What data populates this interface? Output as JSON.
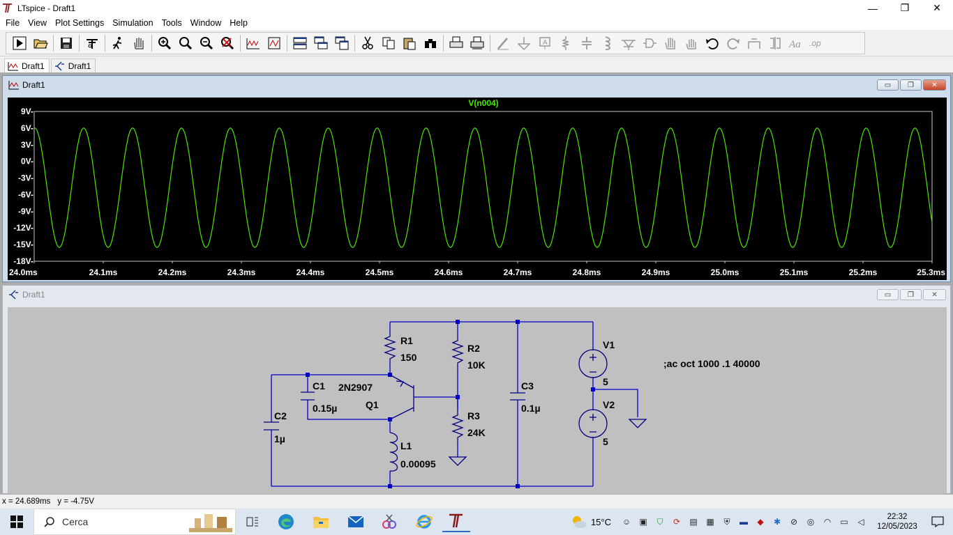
{
  "window": {
    "title": "LTspice - Draft1",
    "minimize": "—",
    "maximize": "❐",
    "close": "✕"
  },
  "menu": [
    "File",
    "View",
    "Plot Settings",
    "Simulation",
    "Tools",
    "Window",
    "Help"
  ],
  "toolbar": {
    "icons": [
      "run-icon",
      "open-icon",
      "save-icon",
      "control-panel-icon",
      "halt-icon",
      "pan-hand-icon",
      "zoom-in-icon",
      "zoom-area-icon",
      "zoom-out-icon",
      "zoom-cancel-icon",
      "autorange-icon",
      "edit-plot-icon",
      "tile-horizontal-icon",
      "cascade-icon",
      "tile-vertical-icon",
      "cut-icon",
      "copy-icon",
      "paste-icon",
      "find-icon",
      "print-icon",
      "print-setup-icon",
      "wire-icon",
      "ground-icon",
      "label-net-icon",
      "resistor-icon",
      "capacitor-icon",
      "inductor-icon",
      "diode-icon",
      "component-icon",
      "move-icon",
      "drag-icon",
      "undo-icon",
      "redo-icon",
      "rotate-icon",
      "mirror-icon",
      "text-icon",
      "spice-directive-icon"
    ]
  },
  "tabs": [
    {
      "label": "Draft1",
      "kind": "waveform",
      "active": true
    },
    {
      "label": "Draft1",
      "kind": "schematic",
      "active": false
    }
  ],
  "plot_window": {
    "title": "Draft1",
    "controls": [
      "▭",
      "❐",
      "✕"
    ]
  },
  "chart_data": {
    "type": "line",
    "title": "V(n004)",
    "series": [
      {
        "name": "V(n004)",
        "color": "#4ce600",
        "amplitude_peak": 6.0,
        "amplitude_trough": -15.5,
        "period_ms": 0.0708,
        "t_first_peak_ms": 24.0717
      }
    ],
    "xlim": [
      24.0,
      25.3
    ],
    "ylim": [
      -18,
      9
    ],
    "x_ticks": [
      "24.0ms",
      "24.1ms",
      "24.2ms",
      "24.3ms",
      "24.4ms",
      "24.5ms",
      "24.6ms",
      "24.7ms",
      "24.8ms",
      "24.9ms",
      "25.0ms",
      "25.1ms",
      "25.2ms",
      "25.3ms"
    ],
    "y_ticks": [
      "9V-",
      "6V-",
      "3V-",
      "0V-",
      "-3V-",
      "-6V-",
      "-9V-",
      "-12V-",
      "-15V-",
      "-18V-"
    ],
    "grid": false,
    "colors": {
      "background": "#000000",
      "axes": "#c8c8c8",
      "labels": "#ffffff",
      "trace": "#4ce600"
    }
  },
  "schematic_window": {
    "title": "Draft1",
    "controls": [
      "▭",
      "❐",
      "✕"
    ],
    "components": {
      "R1": {
        "name": "R1",
        "value": "150"
      },
      "R2": {
        "name": "R2",
        "value": "10K"
      },
      "R3": {
        "name": "R3",
        "value": "24K"
      },
      "C1": {
        "name": "C1",
        "value": "0.15µ"
      },
      "C2": {
        "name": "C2",
        "value": "1µ"
      },
      "C3": {
        "name": "C3",
        "value": "0.1µ"
      },
      "L1": {
        "name": "L1",
        "value": "0.00095"
      },
      "Q1": {
        "name": "Q1",
        "value": "2N2907"
      },
      "V1": {
        "name": "V1",
        "value": "5"
      },
      "V2": {
        "name": "V2",
        "value": "5"
      }
    },
    "directive": ";ac oct 1000 .1 40000",
    "colors": {
      "wire": "#0000c8",
      "component": "#000080",
      "background": "#c0c0c0"
    }
  },
  "status": {
    "x": "x = 24.689ms",
    "y": "y = -4.75V"
  },
  "taskbar": {
    "search_label": "Cerca",
    "temperature": "15°C",
    "time": "22:32",
    "date": "12/05/2023"
  }
}
